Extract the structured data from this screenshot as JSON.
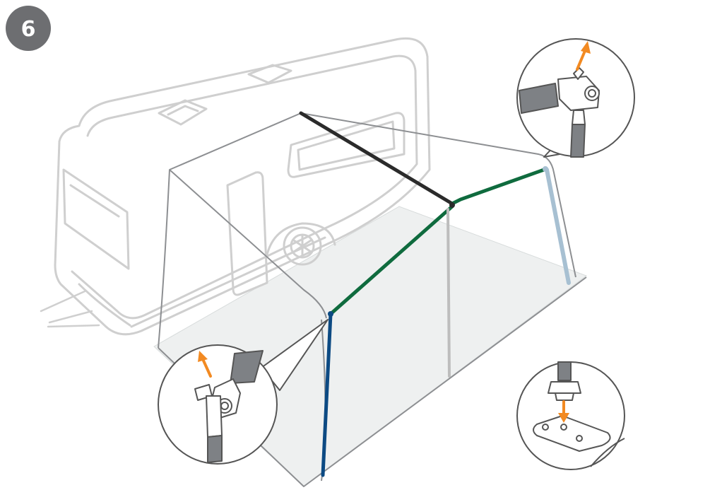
{
  "step": {
    "number": "6"
  },
  "colors": {
    "badge": "#6d6e71",
    "caravan_outline": "#cfcfcf",
    "awning_outline": "#8d8f92",
    "ground_sheet": "#eef0f0",
    "pole_top_black": "#2b2b2b",
    "pole_green": "#0f6b3e",
    "pole_blue": "#0c4a83",
    "pole_light_blue": "#a7c0d2",
    "pole_grey": "#bdbdbd",
    "arrow_orange": "#f28a22",
    "detail_pole": "#7e8185"
  },
  "details": [
    {
      "id": "top-right-connector",
      "shows": "pin-release-up"
    },
    {
      "id": "bottom-left-connector",
      "shows": "pin-release-up"
    },
    {
      "id": "foot-plate",
      "shows": "pole-down-into-foot"
    }
  ]
}
